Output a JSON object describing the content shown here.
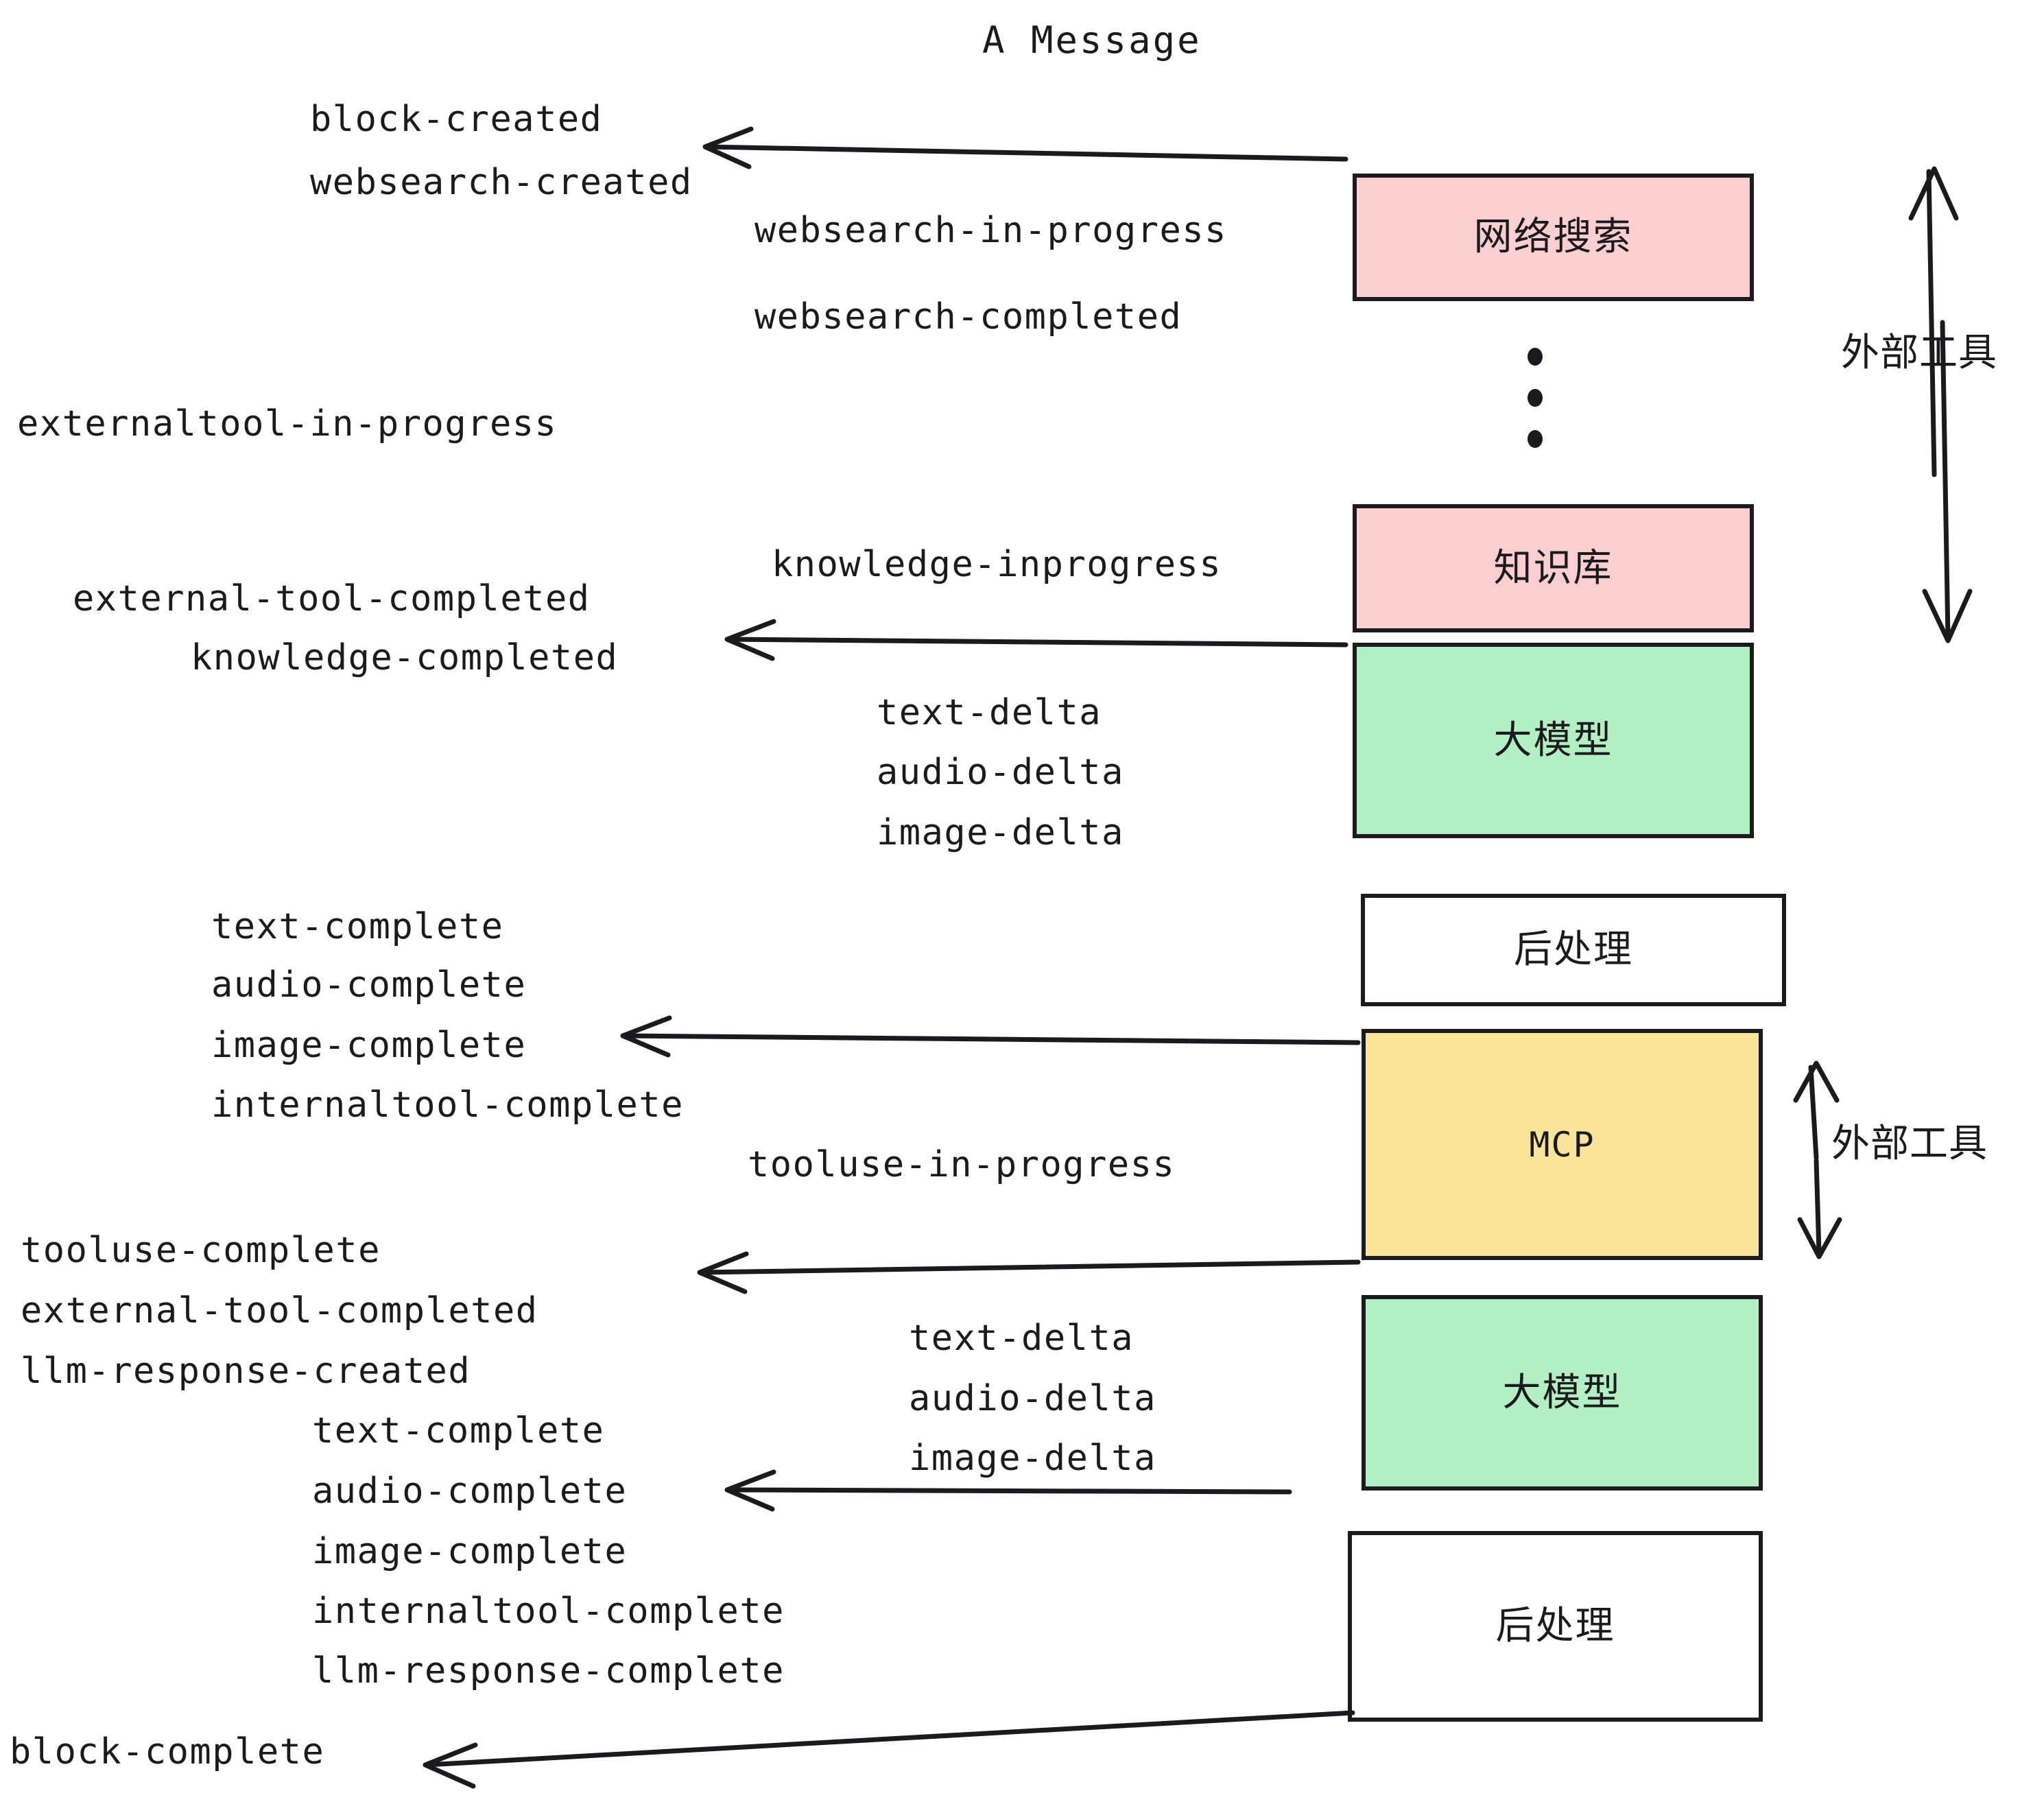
{
  "title": "A Message",
  "events": {
    "block_created": "block-created",
    "websearch_created": "websearch-created",
    "websearch_in_progress": "websearch-in-progress",
    "websearch_completed": "websearch-completed",
    "externaltool_in_progress": "externaltool-in-progress",
    "knowledge_inprogress": "knowledge-inprogress",
    "external_tool_completed_1": "external-tool-completed",
    "knowledge_completed": "knowledge-completed",
    "text_delta_1": "text-delta",
    "audio_delta_1": "audio-delta",
    "image_delta_1": "image-delta",
    "text_complete_1": "text-complete",
    "audio_complete_1": "audio-complete",
    "image_complete_1": "image-complete",
    "internaltool_complete_1": "internaltool-complete",
    "tooluse_in_progress": "tooluse-in-progress",
    "tooluse_complete": "tooluse-complete",
    "external_tool_completed_2": "external-tool-completed",
    "llm_response_created": "llm-response-created",
    "text_delta_2": "text-delta",
    "audio_delta_2": "audio-delta",
    "image_delta_2": "image-delta",
    "text_complete_2": "text-complete",
    "audio_complete_2": "audio-complete",
    "image_complete_2": "image-complete",
    "internaltool_complete_2": "internaltool-complete",
    "llm_response_complete": "llm-response-complete",
    "block_complete": "block-complete"
  },
  "nodes": {
    "websearch": "网络搜索",
    "knowledge": "知识库",
    "llm_1": "大模型",
    "postprocess_1": "后处理",
    "mcp": "MCP",
    "llm_2": "大模型",
    "postprocess_2": "后处理"
  },
  "annotations": {
    "external_tools_top": "外部工具",
    "external_tools_bottom": "外部工具"
  },
  "colors": {
    "pink_fill": "#FBCFCF",
    "green_fill": "#B2EFC2",
    "yellow_fill": "#FAE49A",
    "white_fill": "#FFFFFF",
    "stroke": "#1b1b1f",
    "background": "#FFFFFF"
  }
}
